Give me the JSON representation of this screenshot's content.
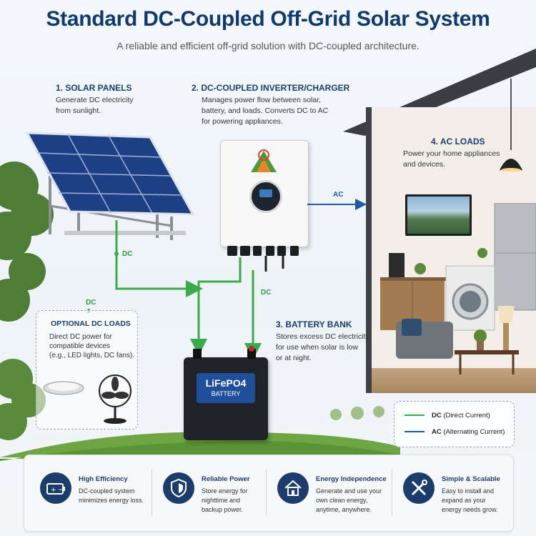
{
  "header": {
    "title": "Standard DC-Coupled Off-Grid Solar System",
    "subtitle": "A reliable and efficient off-grid solution with DC-coupled architecture."
  },
  "sections": {
    "solar_panels": {
      "heading": "1. SOLAR PANELS",
      "text": [
        "Generate DC electricity",
        "from sunlight."
      ]
    },
    "inverter": {
      "heading": "2. DC-COUPLED INVERTER/CHARGER",
      "text": [
        "Manages power flow between solar,",
        "battery, and loads. Converts DC to AC",
        "for powering appliances."
      ]
    },
    "battery_bank": {
      "heading": "3. BATTERY BANK",
      "text": [
        "Stores excess DC electricity",
        "for use when solar is low",
        "or at night."
      ]
    },
    "ac_loads": {
      "heading": "4. AC LOADS",
      "text": [
        "Power your home appliances",
        "and devices."
      ]
    },
    "optional_dc": {
      "heading": "OPTIONAL DC LOADS",
      "text": [
        "Direct DC power for",
        "compatible devices",
        "(e.g., LED lights, DC fans)."
      ]
    }
  },
  "battery": {
    "chemistry": "LiFePO4",
    "label": "BATTERY"
  },
  "flow_labels": {
    "dc_panel": "DC",
    "dc_left": "DC",
    "dc_battery": "DC",
    "ac": "AC"
  },
  "legend": [
    {
      "key": "DC",
      "desc": "(Direct Current)",
      "color": "#3aaa4a"
    },
    {
      "key": "AC",
      "desc": "(Alternating Current)",
      "color": "#1f5aa6"
    }
  ],
  "features": [
    {
      "icon": "battery-icon",
      "title": "High Efficiency",
      "text": [
        "DC-coupled system",
        "minimizes energy loss."
      ]
    },
    {
      "icon": "shield-icon",
      "title": "Reliable Power",
      "text": [
        "Store energy for",
        "nighttime and",
        "backup power."
      ]
    },
    {
      "icon": "house-icon",
      "title": "Energy Independence",
      "text": [
        "Generate and use your",
        "own clean energy,",
        "anytime, anywhere."
      ]
    },
    {
      "icon": "tools-icon",
      "title": "Simple & Scalable",
      "text": [
        "Easy to install and",
        "expand as your",
        "energy needs grow."
      ]
    }
  ],
  "colors": {
    "dc": "#3aaa4a",
    "ac": "#1f5aa6",
    "title": "#0f3a6f",
    "feature_icon": "#1c3d6b"
  }
}
